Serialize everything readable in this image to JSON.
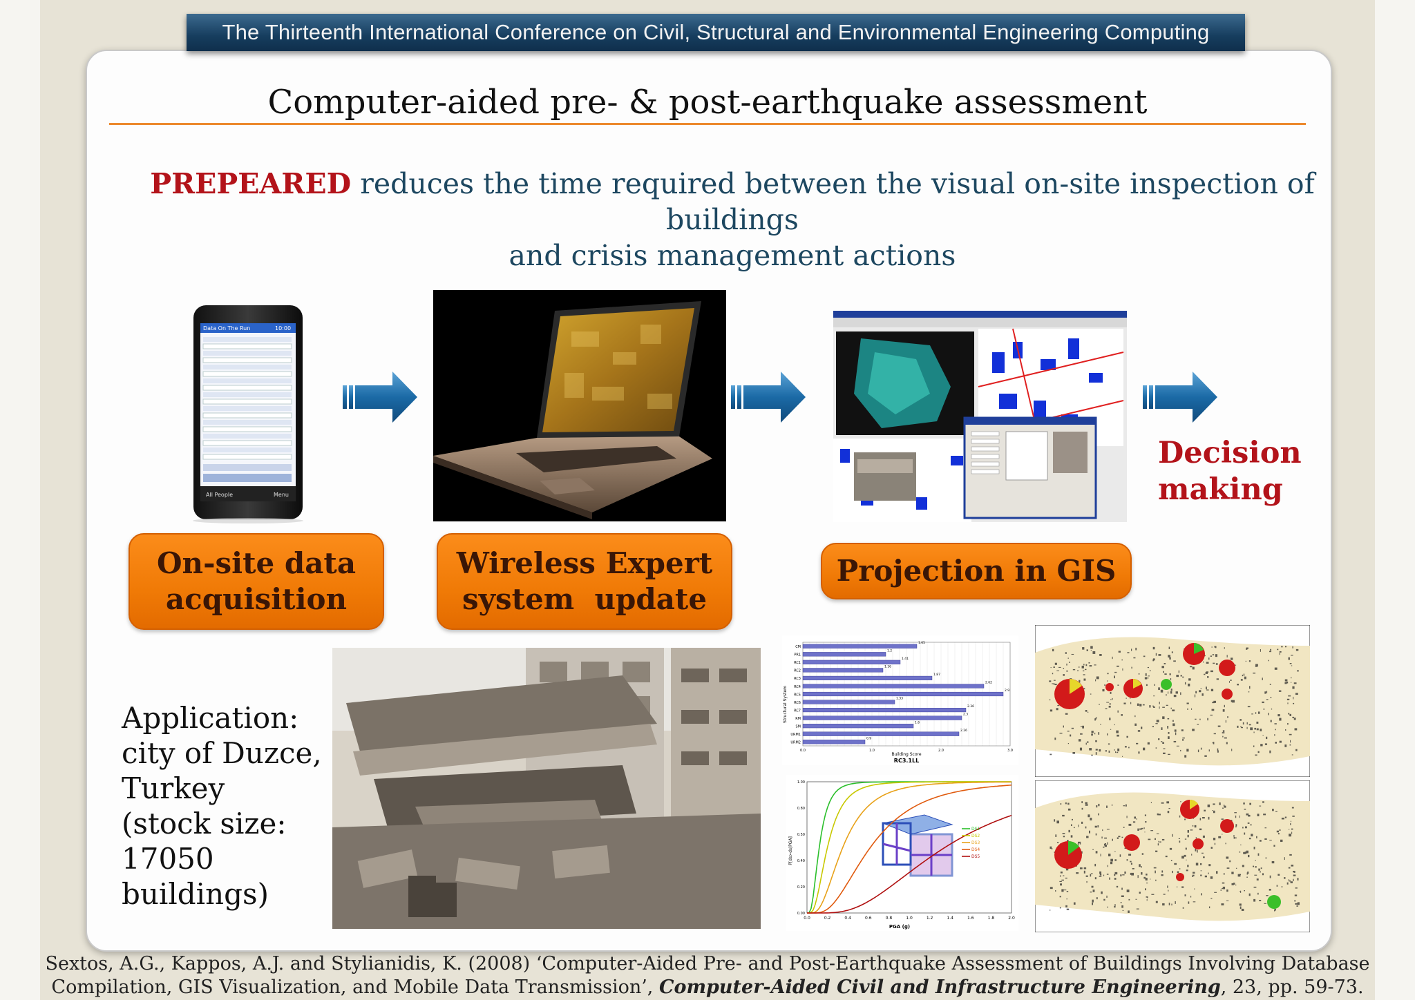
{
  "banner": {
    "text": "The Thirteenth International Conference on Civil, Structural and Environmental Engineering Computing"
  },
  "slide": {
    "title": "Computer-aided pre- & post-earthquake assessment",
    "intro": {
      "brand": "PREPEARED",
      "line1_rest": " reduces the time required between the visual on-site inspection of buildings",
      "line2": "and crisis management actions"
    },
    "steps": [
      {
        "line1": "On-site data",
        "line2": "acquisition"
      },
      {
        "line1": "Wireless Expert",
        "line2": "system  update"
      },
      {
        "label": "Projection in GIS"
      }
    ],
    "decision": {
      "line1": "Decision",
      "line2": "making"
    },
    "application": [
      "Application:",
      "city of Duzce,",
      "Turkey",
      "(stock size:",
      "17050",
      "buildings)"
    ],
    "phone": {
      "header": "Data On The Run",
      "status": "10:00",
      "footer_left": "All People",
      "footer_right": "Menu"
    },
    "bar_chart": {
      "title": "RC3.1LL",
      "xlabel": "Building Score",
      "ylabel": "Structural System",
      "categories": [
        "CM",
        "PR1",
        "RC1",
        "RC2",
        "RC3",
        "RC4",
        "RC5",
        "RC6",
        "RC7",
        "RM",
        "SM",
        "URM1",
        "URM2"
      ],
      "values": [
        1.65,
        1.2,
        1.41,
        1.16,
        1.87,
        2.62,
        2.9,
        1.33,
        2.36,
        2.3,
        1.6,
        2.26,
        0.9
      ],
      "value_labels": [
        "1.65",
        "1.2",
        "1.41",
        "1.16",
        "1.87",
        "2.62",
        "2.9",
        "1.33",
        "2.36",
        "2.3",
        "1.6",
        "2.26",
        "0.9"
      ],
      "xticks": [
        "0.0",
        "1.0",
        "2.0",
        "3.0"
      ],
      "xlim": [
        0,
        3
      ],
      "bar_color": "#6e72c9"
    },
    "fragility_chart": {
      "xlabel": "PGA (g)",
      "ylabel": "P[ds>ds|PGA]",
      "xticks": [
        "0.0",
        "0.2",
        "0.4",
        "0.6",
        "0.8",
        "1.0",
        "1.2",
        "1.4",
        "1.6",
        "1.8",
        "2.0"
      ],
      "yticks": [
        "0.00",
        "0.20",
        "0.40",
        "0.50",
        "0.80",
        "1.00"
      ],
      "series": [
        {
          "name": "DS1",
          "color": "#2bbf2b",
          "median": 0.12
        },
        {
          "name": "DS2",
          "color": "#c8c800",
          "median": 0.2
        },
        {
          "name": "DS3",
          "color": "#e8a21a",
          "median": 0.35
        },
        {
          "name": "DS4",
          "color": "#e05b0f",
          "median": 0.62
        },
        {
          "name": "DS5",
          "color": "#b01010",
          "median": 1.35
        }
      ]
    },
    "citation": {
      "line1": "Sextos, A.G., Kappos, A.J. and Stylianidis, K. (2008) ‘Computer-Aided Pre- and Post-Earthquake Assessment of Buildings Involving Database",
      "line2_pre": "Compilation, GIS Visualization, and Mobile Data Transmission’, ",
      "journal": "Computer-Aided Civil and Infrastructure Engineering",
      "line2_post": ", 23, pp. 59-73."
    }
  },
  "colors": {
    "banner": "#1b4466",
    "accent_orange": "#f07a06",
    "brand_red": "#b3131a",
    "intro_text": "#1d4760",
    "title_rule": "#ec8a2e",
    "arrow_blue": "#1b6aa6"
  },
  "icons": [
    "right-arrow-icon"
  ]
}
